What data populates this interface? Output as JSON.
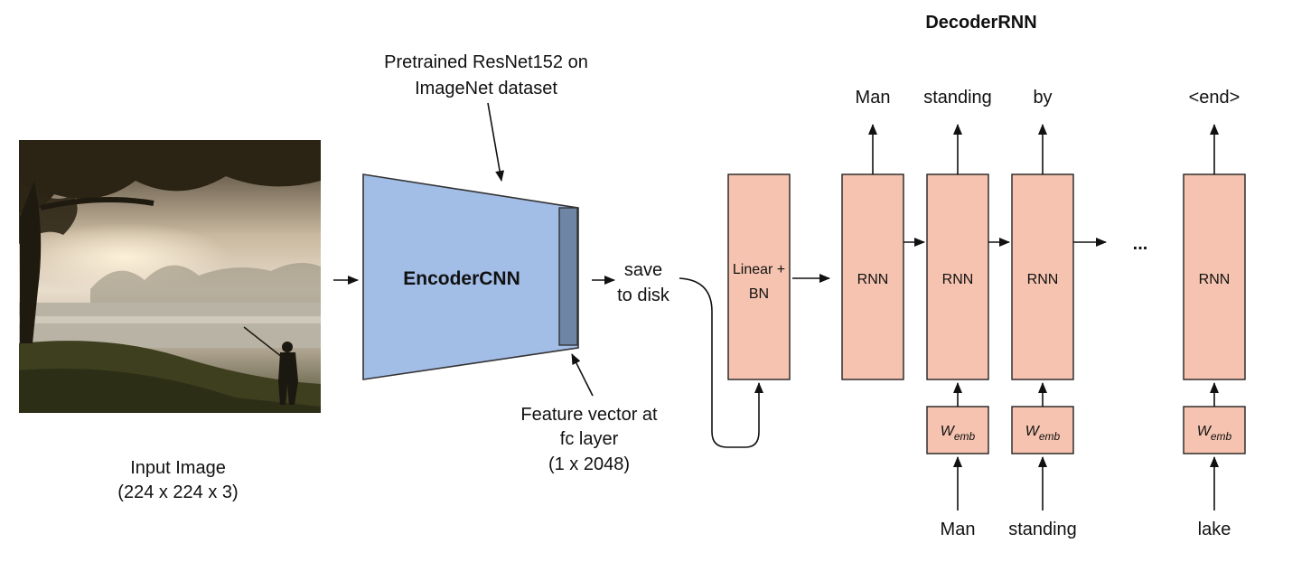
{
  "decoder_title": "DecoderRNN",
  "pretrained_label": [
    "Pretrained ResNet152 on",
    "ImageNet dataset"
  ],
  "encoder_label": "EncoderCNN",
  "input_label": [
    "Input Image",
    "(224 x 224 x 3)"
  ],
  "save_label": [
    "save",
    "to disk"
  ],
  "feature_label": [
    "Feature vector at",
    "fc layer",
    "(1 x 2048)"
  ],
  "linear_label": [
    "Linear +",
    "BN"
  ],
  "rnn_label": "RNN",
  "emb_label": {
    "main": "W",
    "sub": "emb"
  },
  "ellipsis": "...",
  "output_words": [
    "Man",
    "standing",
    "by",
    "<end>"
  ],
  "input_words": [
    "Man",
    "standing",
    "lake"
  ],
  "colors": {
    "encoder_fill": "#A2BDE6",
    "feature_fill": "#6F85A6",
    "rnn_fill": "#F5C3AF",
    "stroke": "#222222"
  },
  "icons": [
    "photo-lake-fisherman"
  ]
}
